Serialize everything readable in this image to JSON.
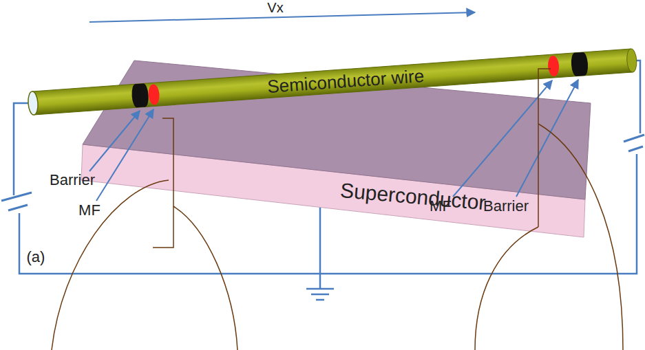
{
  "diagram": {
    "nodes": [
      {
        "text": [
          "Semiconductor wire"
        ]
      },
      {
        "text": [
          "Superconductor"
        ]
      }
    ],
    "labels": [
      "Vx",
      "Barrier",
      "MF",
      "MF",
      "Barrier",
      "(a)"
    ]
  }
}
